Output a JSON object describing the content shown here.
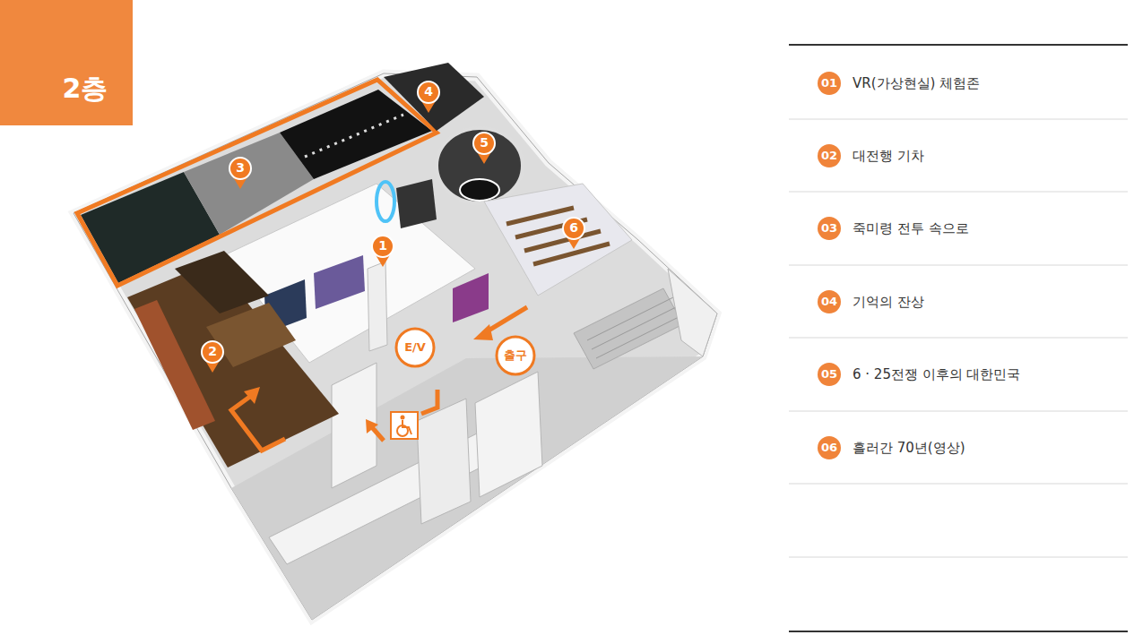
{
  "diagram": {
    "title": "2층",
    "labels": [
      "4",
      "5",
      "3",
      "1",
      "6",
      "2",
      "E/V",
      "출구",
      "01",
      "VR(가상현실) 체험존",
      "02",
      "대전행 기차",
      "03",
      "죽미령 전투 속으로",
      "04",
      "기억의 잔상",
      "05",
      "6 · 25전쟁 이후의 대한민국",
      "06",
      "흘러간 70년(영상)"
    ]
  }
}
